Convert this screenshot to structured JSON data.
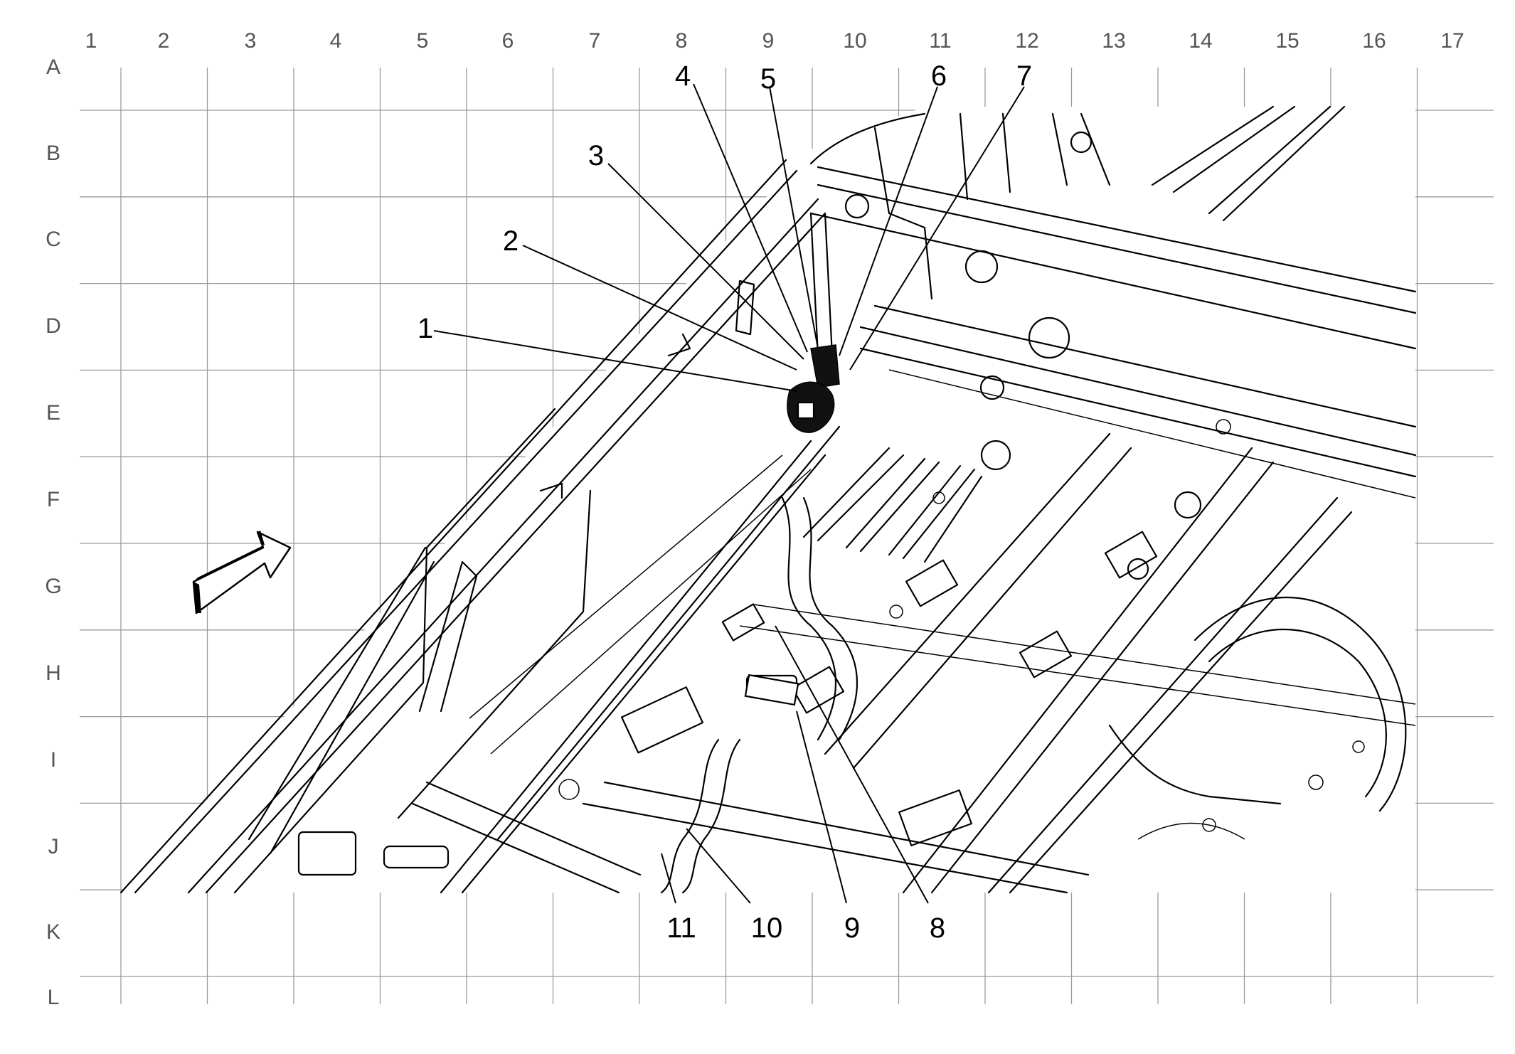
{
  "grid": {
    "columns": [
      "1",
      "2",
      "3",
      "4",
      "5",
      "6",
      "7",
      "8",
      "9",
      "10",
      "11",
      "12",
      "13",
      "14",
      "15",
      "16",
      "17"
    ],
    "rows": [
      "A",
      "B",
      "C",
      "D",
      "E",
      "F",
      "G",
      "H",
      "I",
      "J",
      "K",
      "L"
    ]
  },
  "callouts": [
    {
      "label": "1"
    },
    {
      "label": "2"
    },
    {
      "label": "3"
    },
    {
      "label": "4"
    },
    {
      "label": "5"
    },
    {
      "label": "6"
    },
    {
      "label": "7"
    },
    {
      "label": "8"
    },
    {
      "label": "9"
    },
    {
      "label": "10"
    },
    {
      "label": "11"
    }
  ],
  "icons": {
    "direction_arrow": "direction-arrow-icon"
  },
  "colors": {
    "line": "#000000",
    "grid": "#9a9a9a",
    "label": "#555555",
    "background": "#ffffff"
  }
}
